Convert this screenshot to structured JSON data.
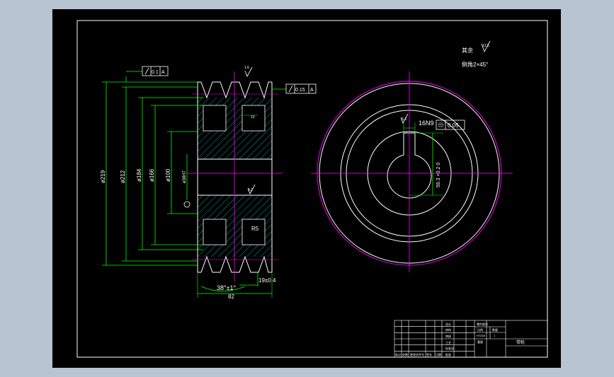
{
  "colors": {
    "background": "#000000",
    "outline": "#ffffff",
    "dimension": "#00ff00",
    "centerline": "#ff00ff",
    "hatch": "#00c8c8",
    "annotation": "#ffffff",
    "viewport": "#b8c4d2"
  },
  "tolerances": {
    "runout_1": {
      "symbol": "runout",
      "value": "0.1",
      "datum": "A"
    },
    "runout_2": {
      "symbol": "runout",
      "value": "0.15",
      "datum": "A"
    },
    "symmetry": {
      "symbol": "symmetry",
      "value": "0.05"
    }
  },
  "dimensions": {
    "d1": "ø219",
    "d2": "ø212",
    "d3": "ø184",
    "d4": "ø166",
    "d5": "ø100",
    "d6": "ø38H7",
    "groove_width": "10",
    "groove_angle": "38°±1°",
    "pitch": "19±0.4",
    "total_width": "82",
    "fillet": "R5",
    "keyway_width": "16N9",
    "keyway_depth": "59.3 +0.2 0",
    "roughness_top": "1.6",
    "roughness_bore": "3.2",
    "roughness_key": "6.3"
  },
  "notes": {
    "remaining": "其余",
    "remaining_roughness": "12.5",
    "chamfer": "倒角2×45°"
  },
  "title_block": {
    "row_labels": [
      "设计",
      "校核",
      "审核",
      "工艺",
      "标准化",
      "批准"
    ],
    "part_no": "零件图号",
    "scale": "比例",
    "quantity": "数量",
    "weight": "重量",
    "material": "HT200",
    "qty_value": "1",
    "name": "带轮",
    "bottom_labels": [
      "标记",
      "处数",
      "更改文件号",
      "签名",
      "日期"
    ]
  }
}
